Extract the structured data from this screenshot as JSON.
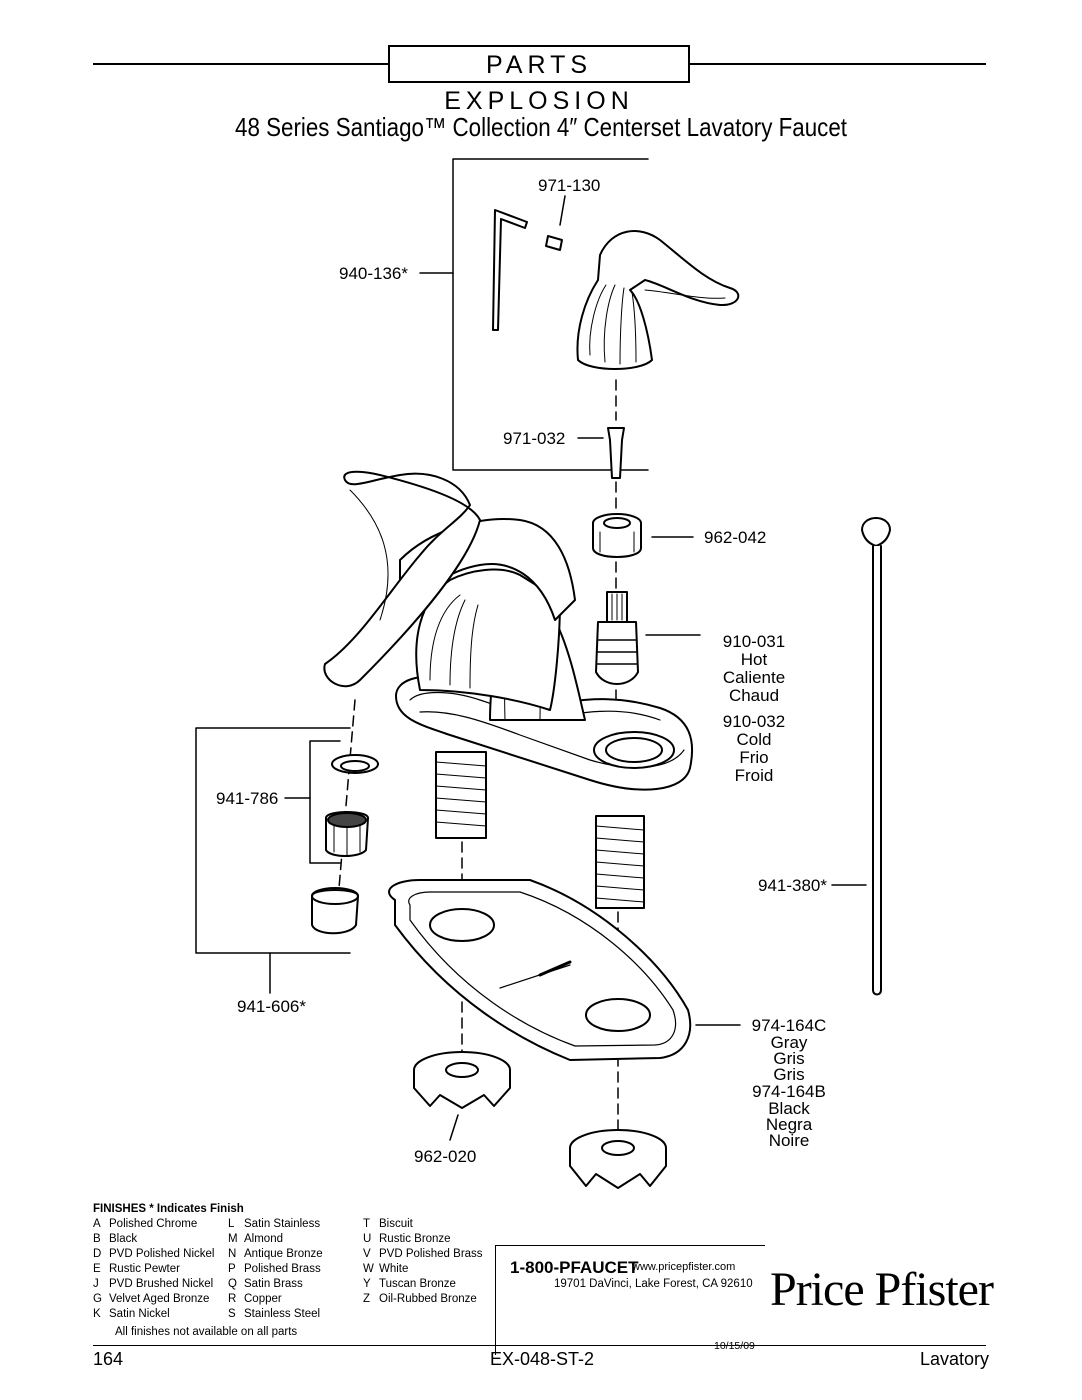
{
  "header": {
    "section_title": "PARTS EXPLOSION"
  },
  "title": "48 Series Santiago™ Collection 4″ Centerset Lavatory Faucet",
  "parts": {
    "p971_130": "971-130",
    "p940_136": "940-136*",
    "p971_032": "971-032",
    "p962_042": "962-042",
    "p910_031": "910-031",
    "p910_031_desc": [
      "Hot",
      "Caliente",
      "Chaud"
    ],
    "p910_032": "910-032",
    "p910_032_desc": [
      "Cold",
      "Frio",
      "Froid"
    ],
    "p941_786": "941-786",
    "p941_380": "941-380*",
    "p941_606": "941-606*",
    "p974_164C": "974-164C",
    "p974_164C_desc": [
      "Gray",
      "Gris",
      "Gris"
    ],
    "p974_164B": "974-164B",
    "p974_164B_desc": [
      "Black",
      "Negra",
      "Noire"
    ],
    "p962_020": "962-020"
  },
  "finishes": {
    "title": "FINISHES * Indicates Finish",
    "col1": [
      {
        "code": "A",
        "name": "Polished Chrome"
      },
      {
        "code": "B",
        "name": "Black"
      },
      {
        "code": "D",
        "name": "PVD Polished Nickel"
      },
      {
        "code": "E",
        "name": "Rustic Pewter"
      },
      {
        "code": "J",
        "name": "PVD Brushed Nickel"
      },
      {
        "code": "G",
        "name": "Velvet Aged Bronze"
      },
      {
        "code": "K",
        "name": "Satin Nickel"
      }
    ],
    "col2": [
      {
        "code": "L",
        "name": "Satin Stainless"
      },
      {
        "code": "M",
        "name": "Almond"
      },
      {
        "code": "N",
        "name": "Antique Bronze"
      },
      {
        "code": "P",
        "name": "Polished Brass"
      },
      {
        "code": "Q",
        "name": "Satin Brass"
      },
      {
        "code": "R",
        "name": "Copper"
      },
      {
        "code": "S",
        "name": "Stainless Steel"
      }
    ],
    "col3": [
      {
        "code": "T",
        "name": "Biscuit"
      },
      {
        "code": "U",
        "name": "Rustic Bronze"
      },
      {
        "code": "V",
        "name": "PVD Polished Brass"
      },
      {
        "code": "W",
        "name": "White"
      },
      {
        "code": "Y",
        "name": "Tuscan Bronze"
      },
      {
        "code": "Z",
        "name": "Oil-Rubbed Bronze"
      }
    ],
    "note": "All finishes not available on all parts"
  },
  "contact": {
    "phone": "1-800-PFAUCET",
    "website": "www.pricepfister.com",
    "address": "19701 DaVinci, Lake Forest, CA  92610",
    "date": "10/15/09"
  },
  "brand": "Price Pfister",
  "footer": {
    "page": "164",
    "doc_code": "EX-048-ST-2",
    "category": "Lavatory"
  }
}
